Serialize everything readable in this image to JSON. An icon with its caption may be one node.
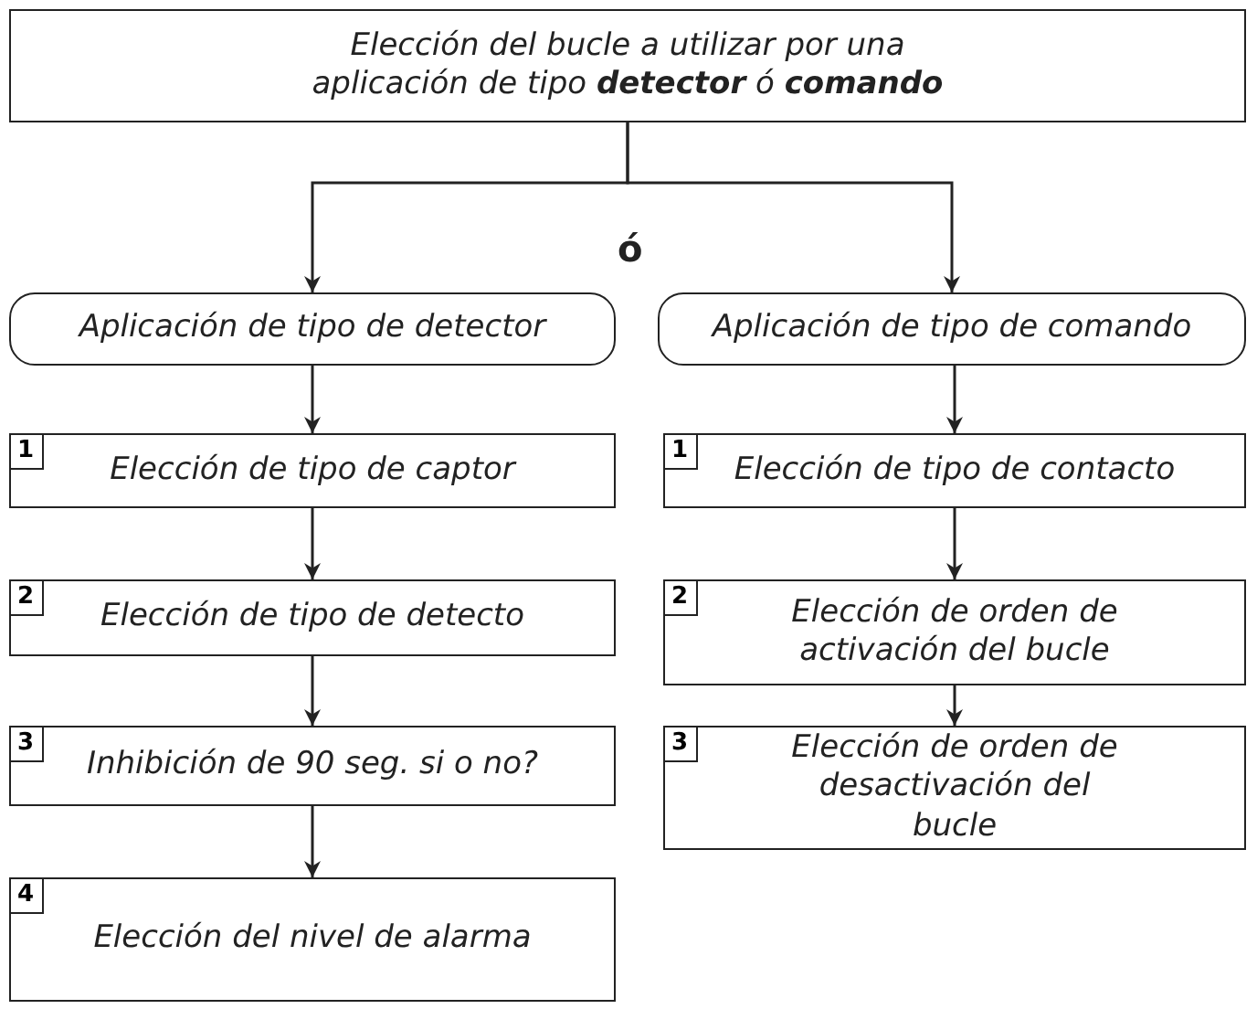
{
  "diagram": {
    "nodes": [
      {
        "text": [
          "Elección del bucle a utilizar por una aplicación de tipo **detector** ó **comando**"
        ]
      },
      {
        "text": [
          "Aplicación de tipo de detector"
        ]
      },
      {
        "text": [
          "Aplicación de tipo de comando"
        ]
      },
      {
        "text": [
          "1",
          "Elección de tipo de captor"
        ]
      },
      {
        "text": [
          "1",
          "Elección de tipo de contacto"
        ]
      },
      {
        "text": [
          "2",
          "Elección de tipo de detecto"
        ]
      },
      {
        "text": [
          "2",
          "Elección de orden de activación del bucle"
        ]
      },
      {
        "text": [
          "3",
          "Inhibición de 90 seg. si o no?"
        ]
      },
      {
        "text": [
          "3",
          "Elección de orden de desactivación del bucle"
        ]
      },
      {
        "text": [
          "4",
          "Elección del nivel de alarma"
        ]
      }
    ],
    "edges": [
      {
        "from": 0,
        "to": 1,
        "arrow": "to"
      },
      {
        "from": 0,
        "to": 2,
        "arrow": "to"
      },
      {
        "from": 1,
        "to": 3,
        "arrow": "to"
      },
      {
        "from": 3,
        "to": 5,
        "arrow": "to"
      },
      {
        "from": 5,
        "to": 7,
        "arrow": "to"
      },
      {
        "from": 7,
        "to": 9,
        "arrow": "to"
      },
      {
        "from": 2,
        "to": 4,
        "arrow": "to"
      },
      {
        "from": 4,
        "to": 6,
        "arrow": "to"
      },
      {
        "from": 6,
        "to": 8,
        "arrow": "to"
      }
    ],
    "labels": [
      "ó"
    ]
  }
}
